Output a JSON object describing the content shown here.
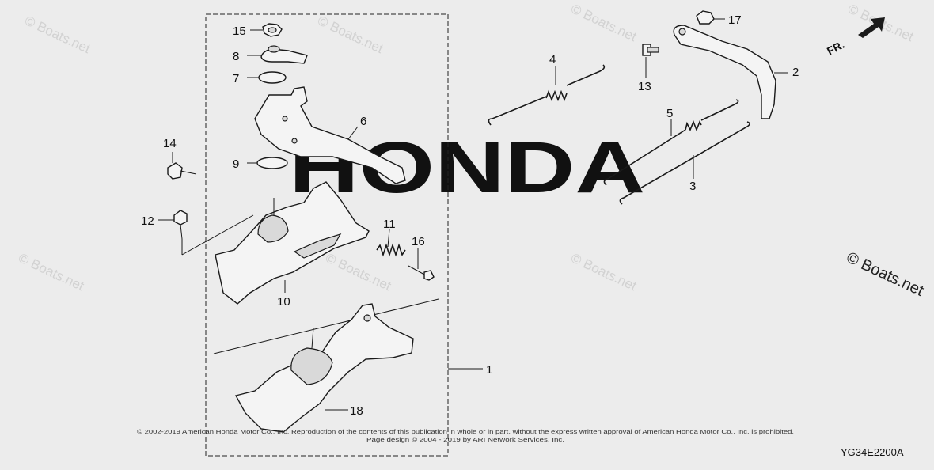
{
  "brand_logo": "HONDA",
  "direction_label": "FR.",
  "diagram_code": "YG34E2200A",
  "watermark": "© Boats.net",
  "copyright_lines": [
    "© 2002-2019 American Honda Motor Co., Inc. Reproduction of the contents of this publication in whole or in part, without the express written approval of American Honda Motor Co., Inc. is prohibited.",
    "Page design © 2004 - 2019 by ARI Network Services, Inc."
  ],
  "callouts": [
    "1",
    "2",
    "3",
    "4",
    "5",
    "6",
    "7",
    "8",
    "9",
    "10",
    "11",
    "12",
    "13",
    "14",
    "15",
    "16",
    "17",
    "18"
  ]
}
